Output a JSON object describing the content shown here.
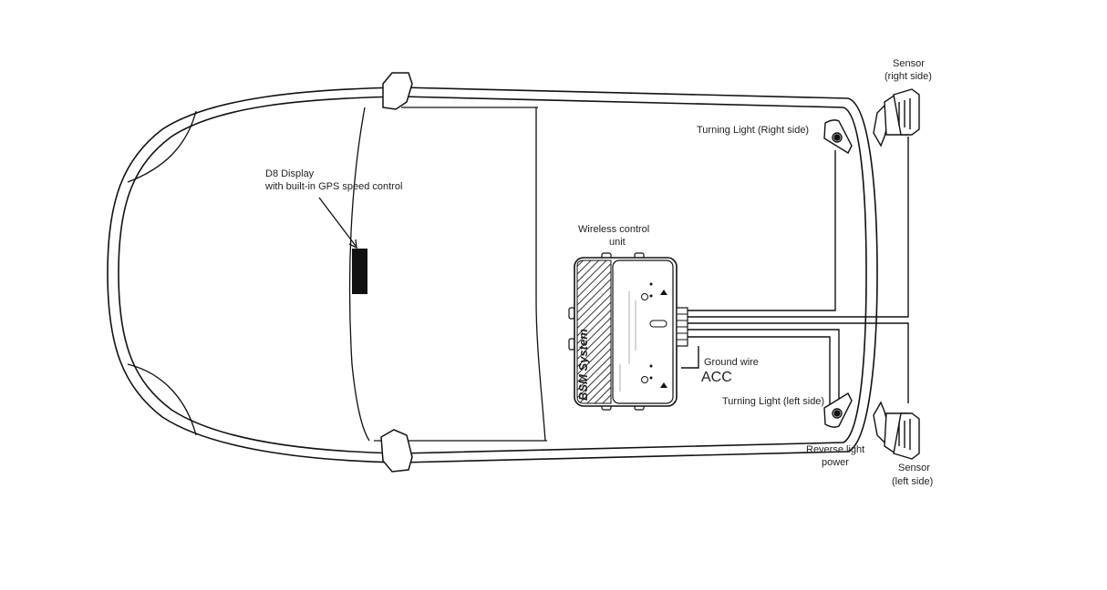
{
  "labels": {
    "display_line1": "D8 Display",
    "display_line2": "with built-in GPS speed control",
    "wcu_line1": "Wireless control",
    "wcu_line2": "unit",
    "turn_right": "Turning Light (Right side)",
    "turn_left": "Turning Light (left side)",
    "ground": "Ground wire",
    "acc": "ACC",
    "reverse_line1": "Reverse light",
    "reverse_line2": "power",
    "sensor_right_line1": "Sensor",
    "sensor_right_line2": "(right side)",
    "sensor_left_line1": "Sensor",
    "sensor_left_line2": "(left side)"
  },
  "unit": {
    "title": "BSM System"
  },
  "colors": {
    "stroke": "#111111",
    "display": "#111111"
  }
}
